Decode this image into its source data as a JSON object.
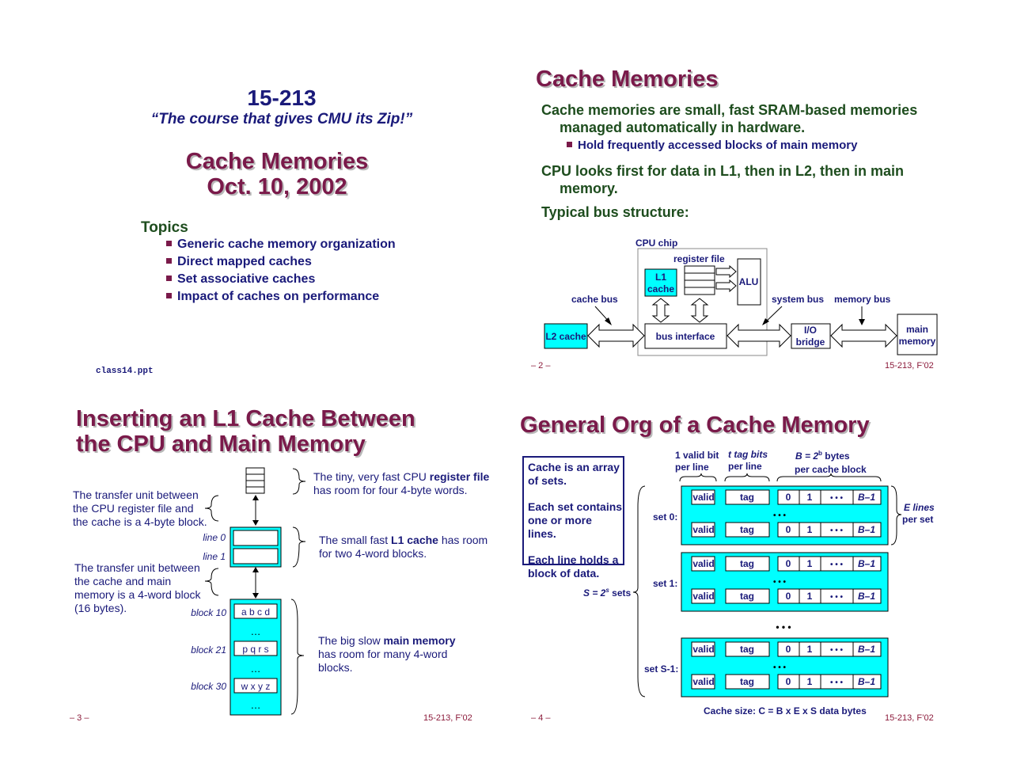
{
  "slide1": {
    "course": "15-213",
    "motto": "“The course that gives CMU its Zip!”",
    "title_line1": "Cache Memories",
    "title_line2": "Oct. 10, 2002",
    "topics_heading": "Topics",
    "topics": [
      "Generic cache memory organization",
      "Direct mapped caches",
      "Set associative caches",
      "Impact of caches on performance"
    ],
    "file": "class14.ppt"
  },
  "slide2": {
    "title": "Cache Memories",
    "point1_line1": "Cache memories are small, fast SRAM-based memories",
    "point1_line2": "managed automatically in hardware.",
    "subpoint": "Hold frequently accessed blocks of main memory",
    "point2_line1": "CPU looks first for data in L1, then in L2, then in main",
    "point2_line2": "memory.",
    "point3": "Typical bus structure:",
    "diagram": {
      "cpu_chip": "CPU chip",
      "register_file": "register file",
      "l1_line1": "L1",
      "l1_line2": "cache",
      "alu": "ALU",
      "cache_bus": "cache bus",
      "system_bus": "system bus",
      "memory_bus": "memory bus",
      "l2_cache": "L2 cache",
      "bus_interface": "bus interface",
      "io_line1": "I/O",
      "io_line2": "bridge",
      "main_line1": "main",
      "main_line2": "memory"
    },
    "page": "– 2 –",
    "footer": "15-213, F’02"
  },
  "slide3": {
    "title_line1": "Inserting an L1 Cache  Between",
    "title_line2": "the CPU and Main Memory",
    "reg_text_pre": "The tiny, very fast CPU ",
    "reg_text_bold": "register file",
    "reg_text_line2": "has room for four 4-byte words.",
    "transfer1": [
      "The transfer unit between",
      "the CPU register file and",
      "the cache is a 4-byte block."
    ],
    "line0": "line 0",
    "line1": "line 1",
    "l1_text_pre": "The small fast ",
    "l1_text_bold": "L1 cache",
    "l1_text_post": " has room",
    "l1_text_line2": "for two  4-word blocks.",
    "transfer2": [
      "The transfer unit between",
      "the cache and main",
      "memory is a 4-word block",
      "(16 bytes)."
    ],
    "block10": "block 10",
    "block10_data": "a b c d",
    "block21": "block 21",
    "block21_data": "p q r s",
    "block30": "block 30",
    "block30_data": "w x y z",
    "ellipsis": "…",
    "mm_text_pre": "The big slow ",
    "mm_text_bold": "main memory",
    "mm_text_line2": "has room for many 4-word",
    "mm_text_line3": "blocks.",
    "page": "– 3 –",
    "footer": "15-213, F’02"
  },
  "slide4": {
    "title": "General Org of a Cache Memory",
    "box_lines": [
      "Cache is an array",
      "of sets.",
      "",
      "Each set contains",
      "one or more lines.",
      "",
      "Each line holds a",
      "block of data."
    ],
    "valid_bit_line1": "1 valid bit",
    "valid_bit_line2": "per line",
    "tag_bits_line1": "t tag bits",
    "tag_bits_line2": "per line",
    "bytes_line1": "B = 2",
    "bytes_sup": "b",
    "bytes_post": " bytes",
    "bytes_line2": "per cache block",
    "e_lines_line1": "E  lines",
    "e_lines_line2": "per set",
    "s_sets": "S = 2",
    "s_sup": "s",
    "s_post": " sets",
    "sets": [
      "set 0:",
      "set 1:",
      "set S-1:"
    ],
    "valid": "valid",
    "tag": "tag",
    "byte0": "0",
    "byte1": "1",
    "dots": "• • •",
    "last_byte": "B–1",
    "cache_size": "Cache size:  C = B x E x S data bytes",
    "page": "– 4 –",
    "footer": "15-213, F’02"
  },
  "colors": {
    "maroon": "#7a1a4a",
    "navy": "#1a1a7a",
    "green": "#1e4d1e",
    "cyan": "#00ffff"
  }
}
